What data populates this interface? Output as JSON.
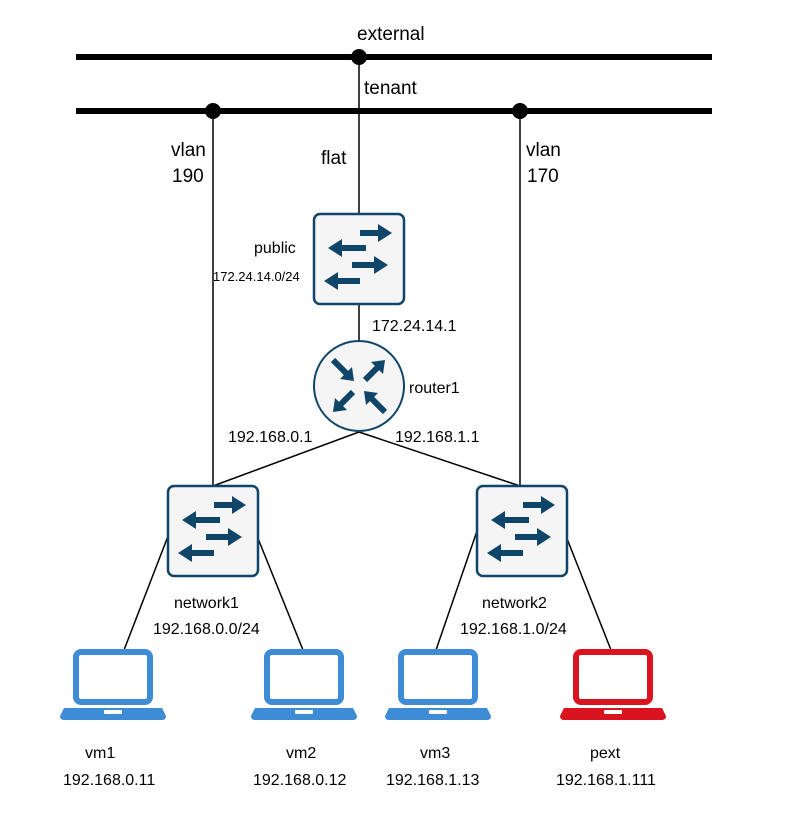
{
  "buses": {
    "external": "external",
    "tenant": "tenant"
  },
  "links": {
    "vlan190": [
      "vlan",
      "190"
    ],
    "flat": "flat",
    "vlan170": [
      "vlan",
      "170"
    ]
  },
  "public_switch": {
    "name": "public",
    "cidr": "172.24.14.0/24"
  },
  "router": {
    "name": "router1",
    "gw_public": "172.24.14.1",
    "if_net1": "192.168.0.1",
    "if_net2": "192.168.1.1"
  },
  "network1": {
    "name": "network1",
    "cidr": "192.168.0.0/24"
  },
  "network2": {
    "name": "network2",
    "cidr": "192.168.1.0/24"
  },
  "hosts": [
    {
      "name": "vm1",
      "ip": "192.168.0.11"
    },
    {
      "name": "vm2",
      "ip": "192.168.0.12"
    },
    {
      "name": "vm3",
      "ip": "192.168.1.13"
    },
    {
      "name": "pext",
      "ip": "192.168.1.111"
    }
  ],
  "colors": {
    "device_border": "#10456a",
    "device_fill": "#f5f5f5",
    "laptop_blue": "#3f8cd6",
    "laptop_red": "#d9141e",
    "line": "#000000"
  },
  "icons": {
    "switch": "switch-icon",
    "router": "router-icon",
    "laptop": "laptop-icon"
  }
}
